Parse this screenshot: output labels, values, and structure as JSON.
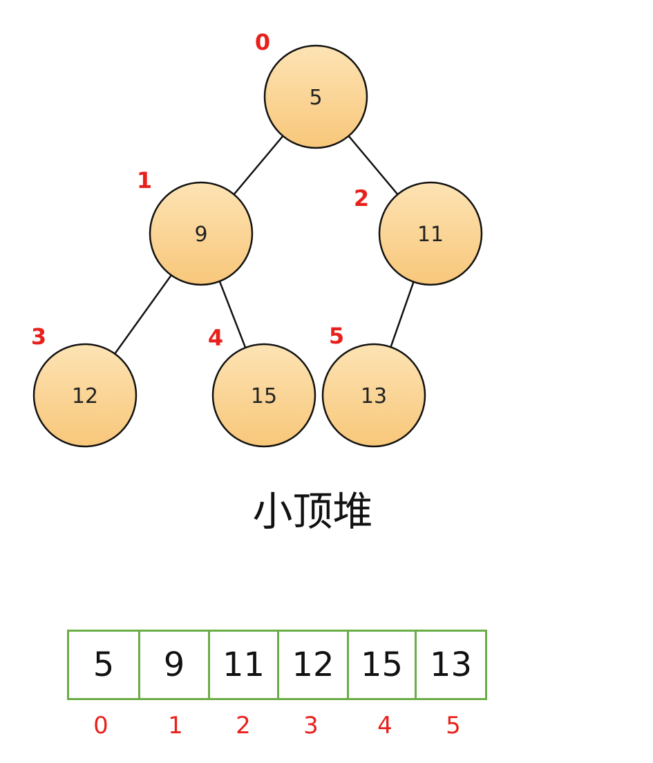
{
  "heap_title": "小顶堆",
  "colors": {
    "node_fill_top": "#fde3b4",
    "node_fill_bottom": "#f8c77a",
    "node_stroke": "#111111",
    "edge": "#111111",
    "index_label": "#e8201c",
    "array_border": "#6aac45"
  },
  "tree": {
    "nodes": [
      {
        "index": "0",
        "value": "5"
      },
      {
        "index": "1",
        "value": "9"
      },
      {
        "index": "2",
        "value": "11"
      },
      {
        "index": "3",
        "value": "12"
      },
      {
        "index": "4",
        "value": "15"
      },
      {
        "index": "5",
        "value": "13"
      }
    ],
    "edges": [
      {
        "from": 0,
        "to": 1
      },
      {
        "from": 0,
        "to": 2
      },
      {
        "from": 1,
        "to": 3
      },
      {
        "from": 1,
        "to": 4
      },
      {
        "from": 2,
        "to": 5
      }
    ]
  },
  "array": {
    "values": [
      "5",
      "9",
      "11",
      "12",
      "15",
      "13"
    ],
    "indices": [
      "0",
      "1",
      "2",
      "3",
      "4",
      "5"
    ]
  }
}
